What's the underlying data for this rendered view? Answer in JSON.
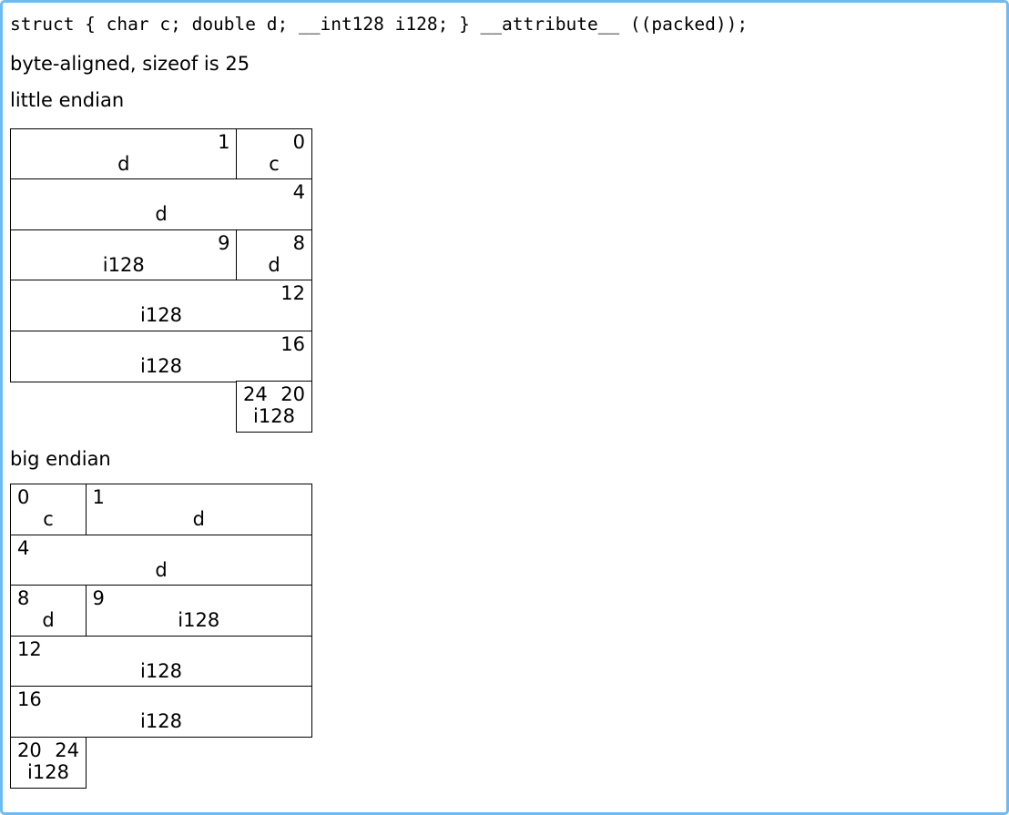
{
  "colors": {
    "page_border": "#6ebaf3",
    "diagram_line": "#000000",
    "text": "#000000",
    "background": "#ffffff"
  },
  "code_line": "struct { char c; double d; __int128 i128; } __attribute__ ((packed));",
  "subtitle": "byte-aligned, sizeof is 25",
  "sections": [
    {
      "heading": "little endian",
      "rows": [
        {
          "cells": [
            {
              "offset": "1",
              "field": "d"
            },
            {
              "offset": "0",
              "field": "c"
            }
          ]
        },
        {
          "cells": [
            {
              "offset": "4",
              "field": "d"
            }
          ]
        },
        {
          "cells": [
            {
              "offset": "9",
              "field": "i128"
            },
            {
              "offset": "8",
              "field": "d"
            }
          ]
        },
        {
          "cells": [
            {
              "offset": "12",
              "field": "i128"
            }
          ]
        },
        {
          "cells": [
            {
              "offset": "16",
              "field": "i128"
            }
          ]
        },
        {
          "cells": [
            {
              "offset_left": "24",
              "offset_right": "20",
              "field": "i128"
            }
          ]
        }
      ]
    },
    {
      "heading": "big endian",
      "rows": [
        {
          "cells": [
            {
              "offset": "0",
              "field": "c"
            },
            {
              "offset": "1",
              "field": "d"
            }
          ]
        },
        {
          "cells": [
            {
              "offset": "4",
              "field": "d"
            }
          ]
        },
        {
          "cells": [
            {
              "offset": "8",
              "field": "d"
            },
            {
              "offset": "9",
              "field": "i128"
            }
          ]
        },
        {
          "cells": [
            {
              "offset": "12",
              "field": "i128"
            }
          ]
        },
        {
          "cells": [
            {
              "offset": "16",
              "field": "i128"
            }
          ]
        },
        {
          "cells": [
            {
              "offset_left": "20",
              "offset_right": "24",
              "field": "i128"
            }
          ]
        }
      ]
    }
  ]
}
